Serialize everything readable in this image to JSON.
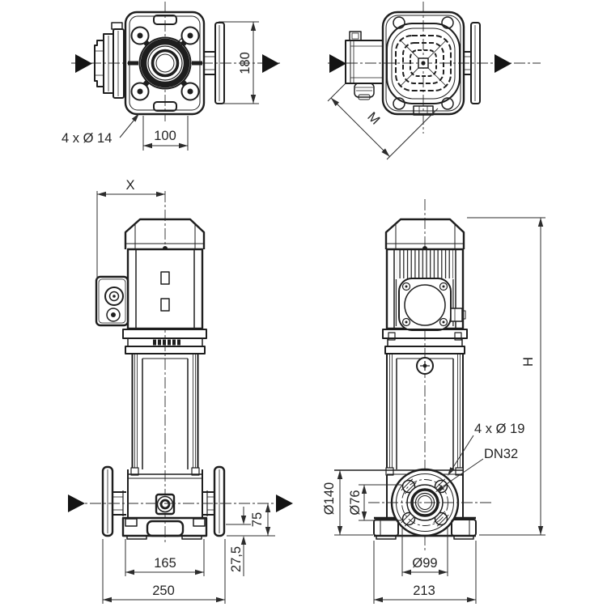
{
  "labels": {
    "top_front": {
      "flange_od": "180",
      "bolt_spacing": "100",
      "mounting_holes": "4 x Ø 14"
    },
    "top_rear": {
      "diagonal": "M"
    },
    "front": {
      "x_dim": "X",
      "port_height": "75",
      "flange_offset": "27,5",
      "base_width": "165",
      "port_length": "250"
    },
    "side": {
      "height": "H",
      "flange_holes": "4 x Ø 19",
      "port_dn": "DN32",
      "flange_od": "Ø140",
      "raised_face": "Ø76",
      "bolt_circle": "Ø99",
      "base_depth": "213"
    }
  }
}
